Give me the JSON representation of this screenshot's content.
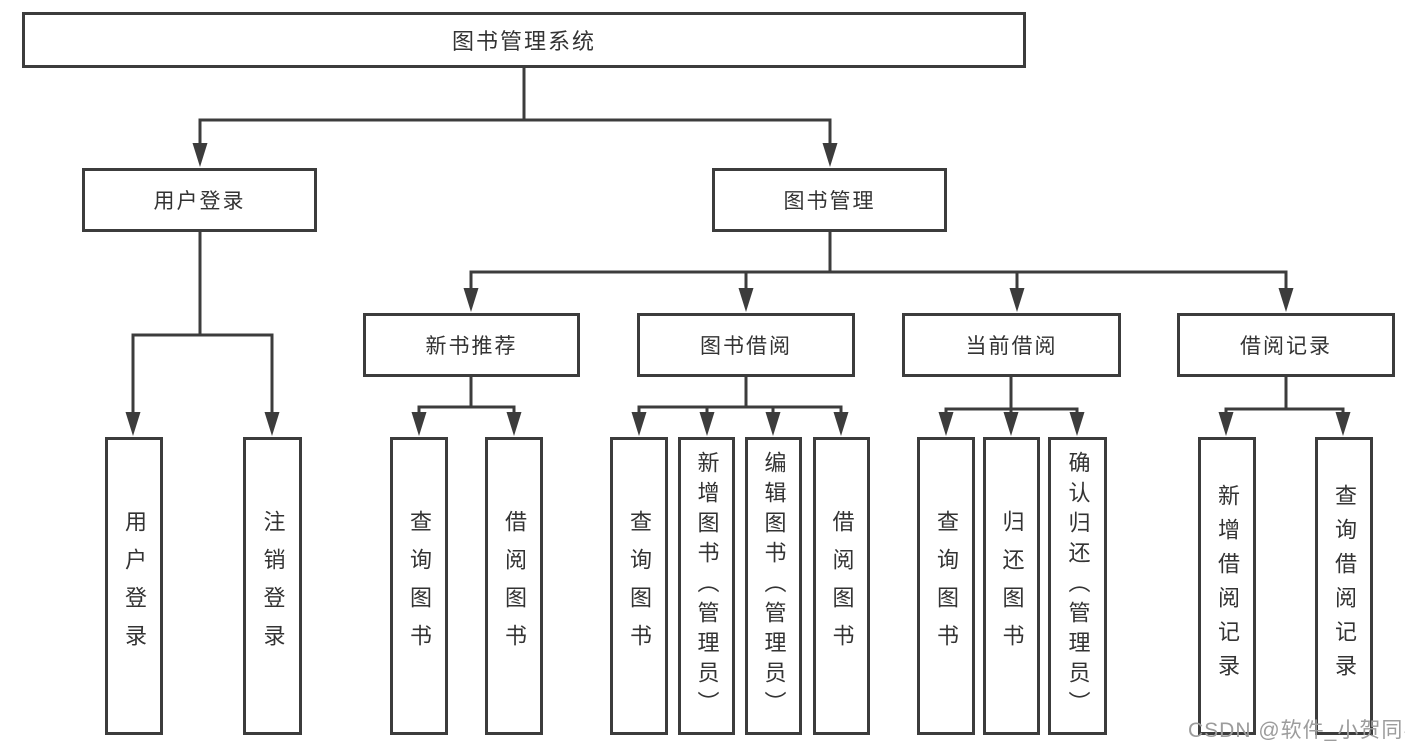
{
  "page": {
    "watermark": "CSDN @软件_小贺同学"
  },
  "colors": {
    "line": "#3c3c3c",
    "box_border": "#3c3c3c",
    "text": "#333333",
    "watermark": "#9c9c9c",
    "background": "#ffffff"
  },
  "tree": {
    "root": {
      "label": "图书管理系统"
    },
    "branches": [
      {
        "label": "用户登录",
        "children": [
          {
            "label": "用户登录"
          },
          {
            "label": "注销登录"
          }
        ]
      },
      {
        "label": "图书管理",
        "children": [
          {
            "label": "新书推荐",
            "children": [
              {
                "label": "查询图书"
              },
              {
                "label": "借阅图书"
              }
            ]
          },
          {
            "label": "图书借阅",
            "children": [
              {
                "label": "查询图书"
              },
              {
                "label": "新增图书（管理员）"
              },
              {
                "label": "编辑图书（管理员）"
              },
              {
                "label": "借阅图书"
              }
            ]
          },
          {
            "label": "当前借阅",
            "children": [
              {
                "label": "查询图书"
              },
              {
                "label": "归还图书"
              },
              {
                "label": "确认归还（管理员）"
              }
            ]
          },
          {
            "label": "借阅记录",
            "children": [
              {
                "label": "新增借阅记录"
              },
              {
                "label": "查询借阅记录"
              }
            ]
          }
        ]
      }
    ]
  }
}
